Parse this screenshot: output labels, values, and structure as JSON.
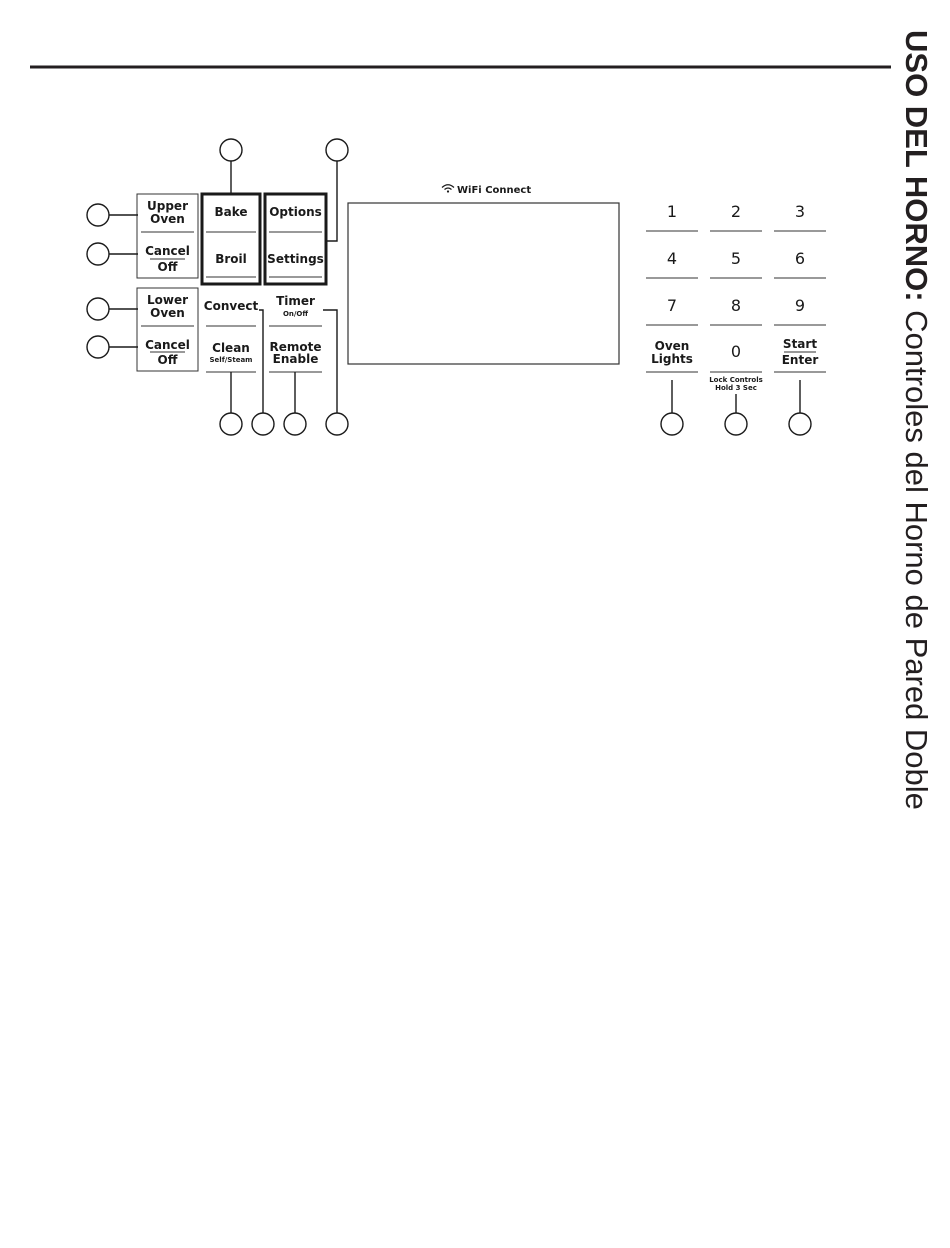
{
  "section_title": {
    "bold": "USO DEL HORNO:",
    "light": " Controles del Horno de Pared Doble"
  },
  "wifi_label": "WiFi Connect",
  "upper_oven": {
    "select": [
      "Upper",
      "Oven"
    ],
    "cancel": [
      "Cancel",
      "Off"
    ]
  },
  "lower_oven": {
    "select": [
      "Lower",
      "Oven"
    ],
    "cancel": [
      "Cancel",
      "Off"
    ]
  },
  "mode_keys": {
    "bake": "Bake",
    "broil": "Broil",
    "options": "Options",
    "settings": "Settings"
  },
  "function_keys": {
    "convect": "Convect",
    "timer": "Timer",
    "timer_sub": "On/Off",
    "clean": "Clean",
    "clean_sub": "Self/Steam",
    "remote": [
      "Remote",
      "Enable"
    ]
  },
  "keypad": {
    "digits": [
      "1",
      "2",
      "3",
      "4",
      "5",
      "6",
      "7",
      "8",
      "9"
    ],
    "oven_lights": [
      "Oven",
      "Lights"
    ],
    "zero": "0",
    "zero_sub": [
      "Lock Controls",
      "Hold 3 Sec"
    ],
    "start_enter": [
      "Start",
      "Enter"
    ]
  }
}
